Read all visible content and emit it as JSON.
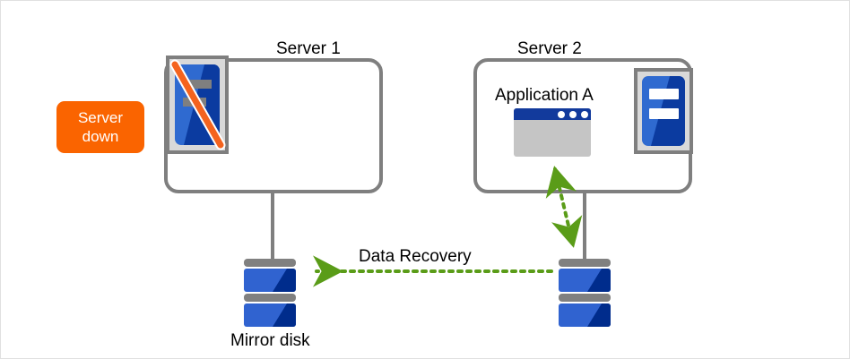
{
  "diagram": {
    "title_server1": "Server 1",
    "title_server2": "Server 2",
    "application_label": "Application  A",
    "data_recovery_label": "Data Recovery",
    "mirror_disk_label": "Mirror disk",
    "status_badge": {
      "line1": "Server",
      "line2": "down"
    },
    "colors": {
      "badge_background": "#fa6400",
      "badge_text": "#ffffff",
      "box_border": "#7f7f7f",
      "connector_line": "#7f7f7f",
      "arrow_green": "#5a9c18",
      "disk_blue_light": "#3063d0",
      "disk_blue_dark": "#002c8c",
      "disk_cap_gray": "#808080",
      "server_icon_frame": "#d9d9d9",
      "server_icon_frame_border": "#7f7f7f",
      "server_icon_blue_light": "#2f6ad0",
      "server_icon_blue_dark": "#0b3ba0",
      "server_icon_bar_active": "#ffffff",
      "server_icon_bar_down": "#7f7f7f",
      "slash_orange": "#f4631e",
      "app_window_titlebar": "#123a9c",
      "app_window_body": "#c5c5c5",
      "app_window_dot": "#ffffff",
      "canvas_border": "#e0e0e0",
      "text": "#000000"
    },
    "icons": {
      "server1": "server-icon-offline",
      "server2": "server-icon-online",
      "app_window": "application-window-icon",
      "disk_left": "mirror-disk-icon",
      "disk_right": "disk-icon",
      "recovery_arrow": "dotted-left-arrow-icon",
      "sync_arrow": "dotted-double-arrow-icon"
    }
  }
}
